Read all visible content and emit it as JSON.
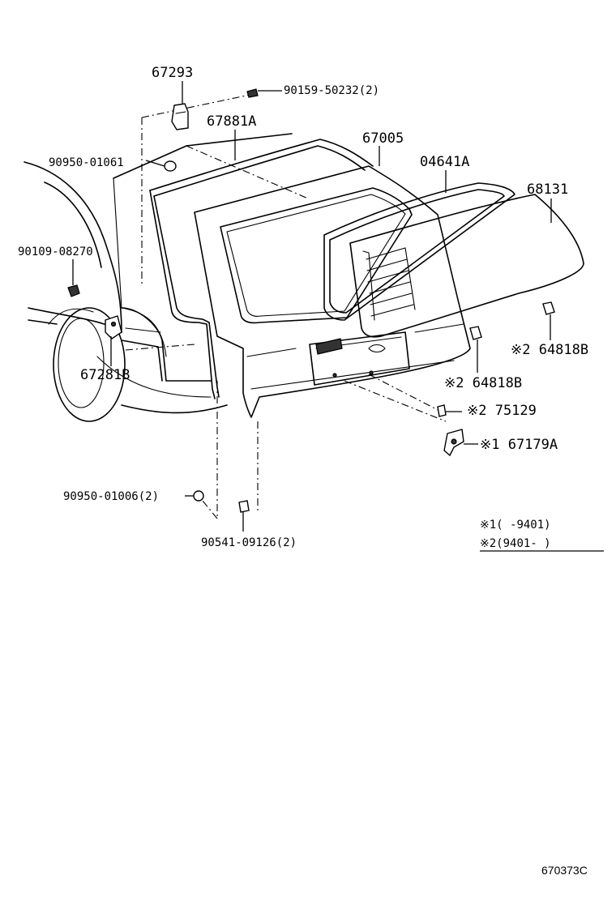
{
  "callouts": [
    {
      "id": "c1",
      "text": "67293"
    },
    {
      "id": "c2",
      "text": "90159-50232(2)"
    },
    {
      "id": "c3",
      "text": "67881A"
    },
    {
      "id": "c4",
      "text": "67005"
    },
    {
      "id": "c5",
      "text": "04641A"
    },
    {
      "id": "c6",
      "text": "68131"
    },
    {
      "id": "c7",
      "text": "90950-01061"
    },
    {
      "id": "c8",
      "text": "90109-08270"
    },
    {
      "id": "c9",
      "text": "67281B"
    },
    {
      "id": "c10",
      "text": "※2 64818B"
    },
    {
      "id": "c11",
      "text": "※2 64818B"
    },
    {
      "id": "c12",
      "text": "※2 75129"
    },
    {
      "id": "c13",
      "text": "※1 67179A"
    },
    {
      "id": "c14",
      "text": "90950-01006(2)"
    },
    {
      "id": "c15",
      "text": "90541-09126(2)"
    }
  ],
  "legend": {
    "line1": "※1(    -9401)",
    "line2": "※2(9401-     )"
  },
  "diagram_code": "670373C"
}
